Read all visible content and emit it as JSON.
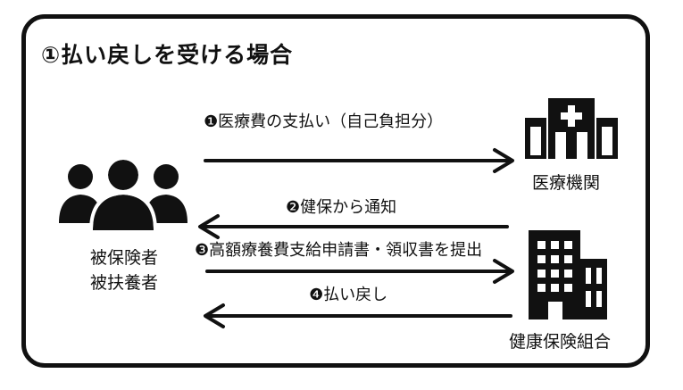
{
  "title": "①払い戻しを受ける場合",
  "actors": {
    "insured_line1": "被保険者",
    "insured_line2": "被扶養者",
    "medical": "医療機関",
    "insurer": "健康保険組合"
  },
  "flows": [
    {
      "step": "❶",
      "text": "医療費の支払い（自己負担分）",
      "direction": "right"
    },
    {
      "step": "❷",
      "text": "健保から通知",
      "direction": "left"
    },
    {
      "step": "❸",
      "text": "高額療養費支給申請書・領収書を提出",
      "direction": "right"
    },
    {
      "step": "❹",
      "text": "払い戻し",
      "direction": "left"
    }
  ],
  "colors": {
    "ink": "#111111",
    "background": "#ffffff"
  },
  "icons": [
    "people-group-icon",
    "hospital-icon",
    "office-building-icon"
  ]
}
